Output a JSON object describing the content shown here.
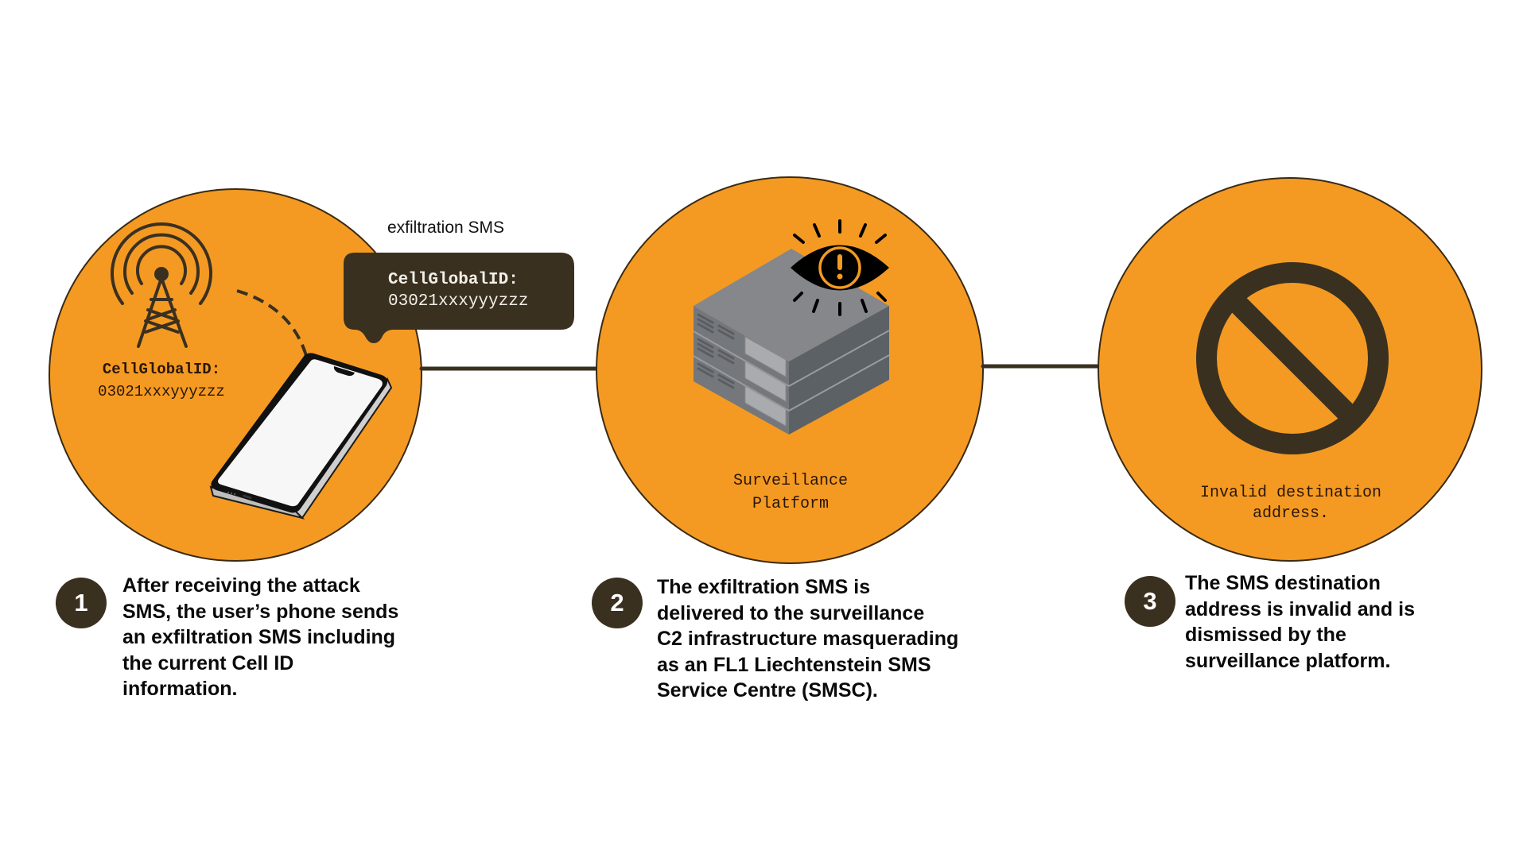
{
  "colors": {
    "circle_fill": "#F49A22",
    "outline": "#3a2a14",
    "dark": "#3a3020",
    "text": "#0a0a0a",
    "label_text": "#2a1608",
    "screen": "#f7f7f7",
    "server_top": "#85878a",
    "server_front": "#74777b",
    "server_side": "#5c6166"
  },
  "stage1": {
    "tower_label_key": "CellGlobalID:",
    "tower_label_value": "03021xxxyyyzzz",
    "bubble_caption": "exfiltration SMS",
    "bubble_key": "CellGlobalID:",
    "bubble_value": "03021xxxyyyzzz",
    "icons": [
      "cell-tower-icon",
      "smartphone-icon",
      "dashed-arrow-icon",
      "message-bubble"
    ]
  },
  "stage2": {
    "label_line1": "Surveillance",
    "label_line2": "Platform",
    "icons": [
      "server-stack-icon",
      "eye-alert-icon"
    ]
  },
  "stage3": {
    "label_line1": "Invalid destination",
    "label_line2": "address.",
    "icons": [
      "prohibited-icon"
    ]
  },
  "steps": [
    {
      "number": "1",
      "lines": [
        "After receiving the attack",
        "SMS, the user’s phone sends",
        "an exfiltration SMS including",
        "the current Cell ID",
        "information."
      ]
    },
    {
      "number": "2",
      "lines": [
        "The exfiltration SMS is",
        "delivered to the surveillance",
        "C2 infrastructure masquerading",
        "as an FL1 Liechtenstein SMS",
        "Service Centre (SMSC)."
      ]
    },
    {
      "number": "3",
      "lines": [
        "The SMS destination",
        "address is invalid and is",
        "dismissed by the",
        "surveillance platform."
      ]
    }
  ]
}
